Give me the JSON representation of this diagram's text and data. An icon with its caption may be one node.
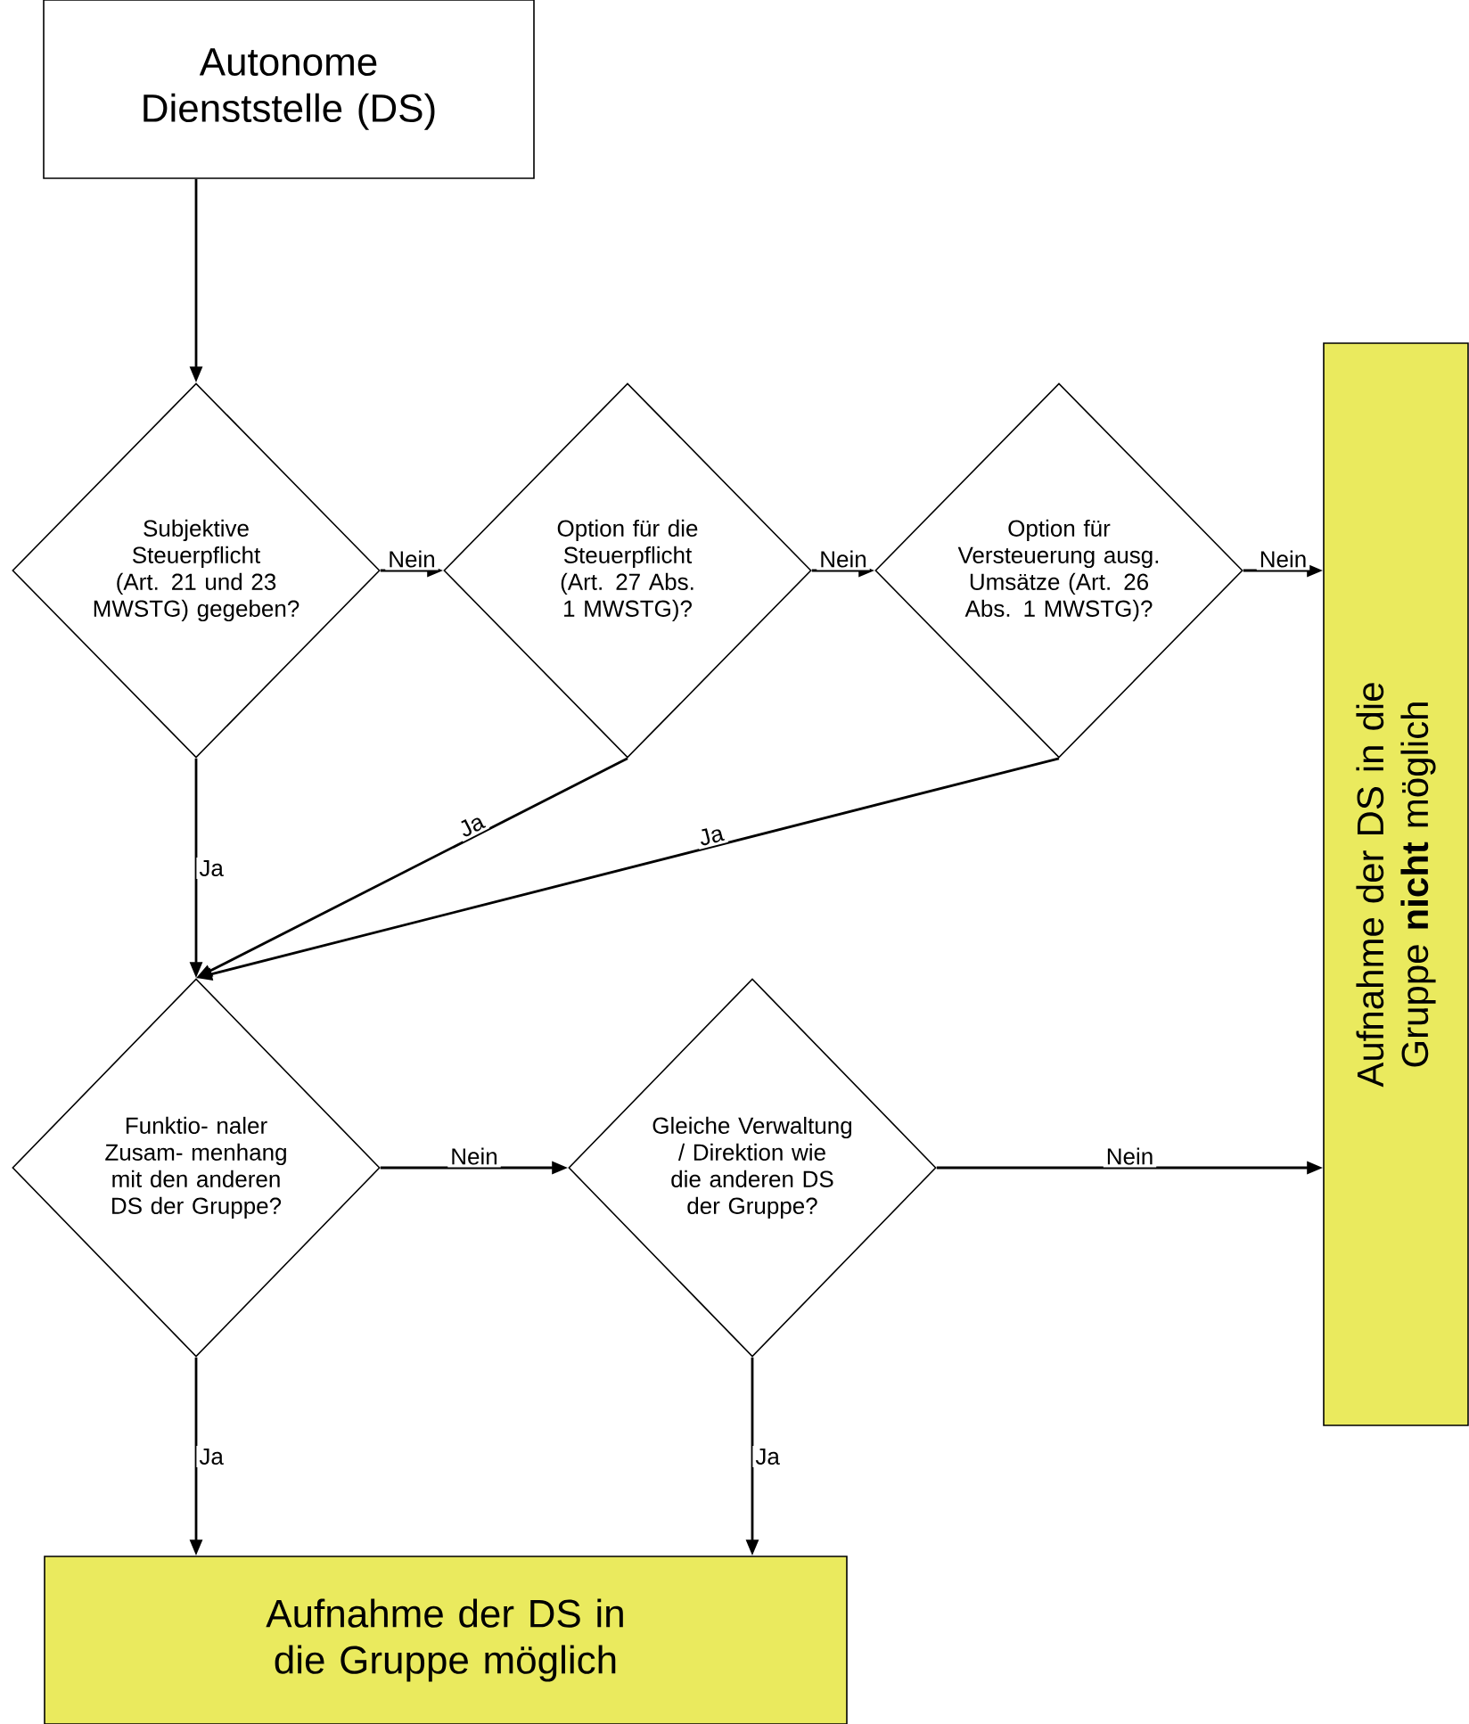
{
  "diagram": {
    "nodes": [
      {
        "text": [
          "Autonome Dienststelle (DS)"
        ]
      },
      {
        "text": [
          "Subjektive Steuerpflicht (Art. 21 und 23 MWSTG) gegeben?"
        ]
      },
      {
        "text": [
          "Option für die Steuerpflicht (Art. 27 Abs. 1 MWSTG)?"
        ]
      },
      {
        "text": [
          "Option für Versteuerung ausg. Umsätze (Art. 26 Abs. 1 MWSTG)?"
        ]
      },
      {
        "text": [
          "Aufnahme der DS in die Gruppe **nicht** möglich"
        ]
      },
      {
        "text": [
          "Funktio- naler Zusam- menhang mit den anderen DS der Gruppe?"
        ]
      },
      {
        "text": [
          "Gleiche Verwaltung / Direktion wie die anderen DS der Gruppe?"
        ]
      },
      {
        "text": [
          "Aufnahme der DS in die Gruppe möglich"
        ]
      }
    ],
    "edges": [
      {
        "from": 0,
        "to": 1,
        "arrow": "to"
      },
      {
        "from": 1,
        "to": 2,
        "arrow": "to",
        "label": "Nein"
      },
      {
        "from": 2,
        "to": 3,
        "arrow": "to",
        "label": "Nein"
      },
      {
        "from": 3,
        "to": 4,
        "arrow": "to",
        "label": "Nein"
      },
      {
        "from": 1,
        "to": 5,
        "arrow": "to",
        "label": "Ja"
      },
      {
        "from": 2,
        "to": 5,
        "arrow": "to",
        "label": "Ja"
      },
      {
        "from": 3,
        "to": 5,
        "arrow": "to",
        "label": "Ja"
      },
      {
        "from": 5,
        "to": 6,
        "arrow": "to",
        "label": "Nein"
      },
      {
        "from": 6,
        "to": 4,
        "arrow": "to",
        "label": "Nein"
      },
      {
        "from": 5,
        "to": 7,
        "arrow": "to",
        "label": "Ja"
      },
      {
        "from": 6,
        "to": 7,
        "arrow": "to",
        "label": "Ja"
      }
    ]
  }
}
